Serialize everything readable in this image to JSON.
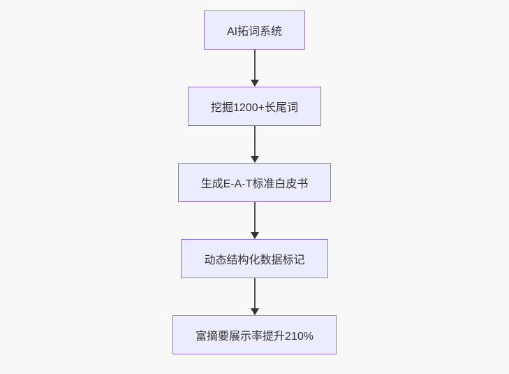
{
  "diagram": {
    "type": "flowchart",
    "direction": "top-down",
    "nodes": [
      {
        "id": "A",
        "label": "AI拓词系统"
      },
      {
        "id": "B",
        "label": "挖掘1200+长尾词"
      },
      {
        "id": "C",
        "label": "生成E-A-T标准白皮书"
      },
      {
        "id": "D",
        "label": "动态结构化数据标记"
      },
      {
        "id": "E",
        "label": "富摘要展示率提升210%"
      }
    ],
    "edges": [
      {
        "from": "A",
        "to": "B"
      },
      {
        "from": "B",
        "to": "C"
      },
      {
        "from": "C",
        "to": "D"
      },
      {
        "from": "D",
        "to": "E"
      }
    ],
    "colors": {
      "node_fill": "#ECECFF",
      "node_border": "#9370DB",
      "edge_line": "#555555",
      "edge_arrowhead": "#333333",
      "text": "#333333",
      "background": "#f8f8f8"
    }
  }
}
